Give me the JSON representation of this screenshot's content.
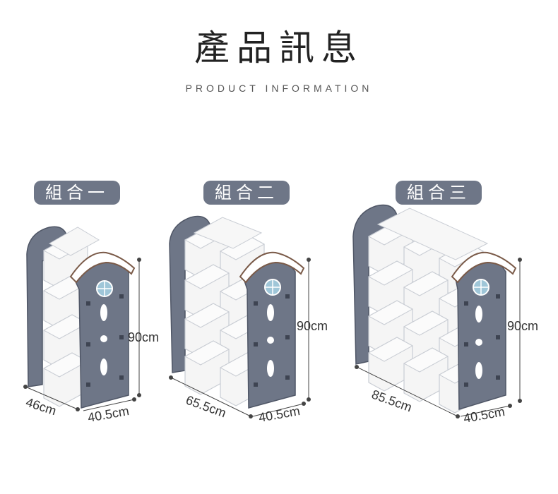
{
  "header": {
    "title": "產品訊息",
    "subtitle": "PRODUCT INFORMATION"
  },
  "combos": [
    {
      "label": "組合一",
      "width": "46cm",
      "depth": "40.5cm",
      "height": "90cm"
    },
    {
      "label": "組合二",
      "width": "65.5cm",
      "depth": "40.5cm",
      "height": "90cm"
    },
    {
      "label": "組合三",
      "width": "85.5cm",
      "depth": "40.5cm",
      "height": "90cm"
    }
  ],
  "colors": {
    "frame": "#6e7687",
    "frame_dark": "#4f5666",
    "bin": "#f4f4f4",
    "roof_trim": "#7a5a48",
    "window": "#9fc6d8"
  }
}
